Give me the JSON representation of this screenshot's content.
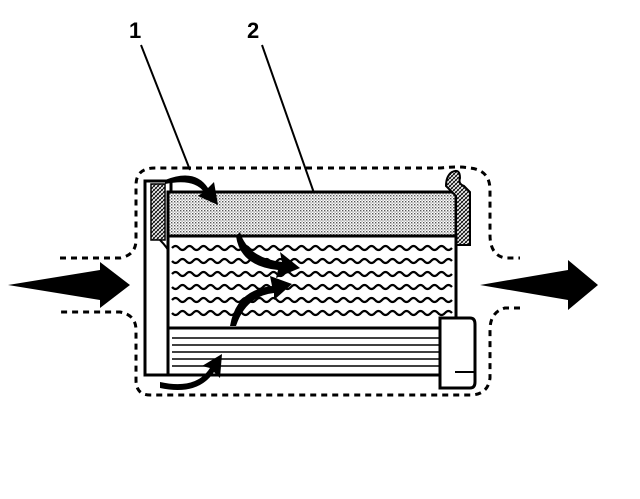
{
  "callouts": [
    {
      "id": "1",
      "text": "1"
    },
    {
      "id": "2",
      "text": "2"
    }
  ],
  "colors": {
    "ink": "#000000",
    "paper": "#ffffff",
    "media_stipple": "#9a9a9a"
  }
}
